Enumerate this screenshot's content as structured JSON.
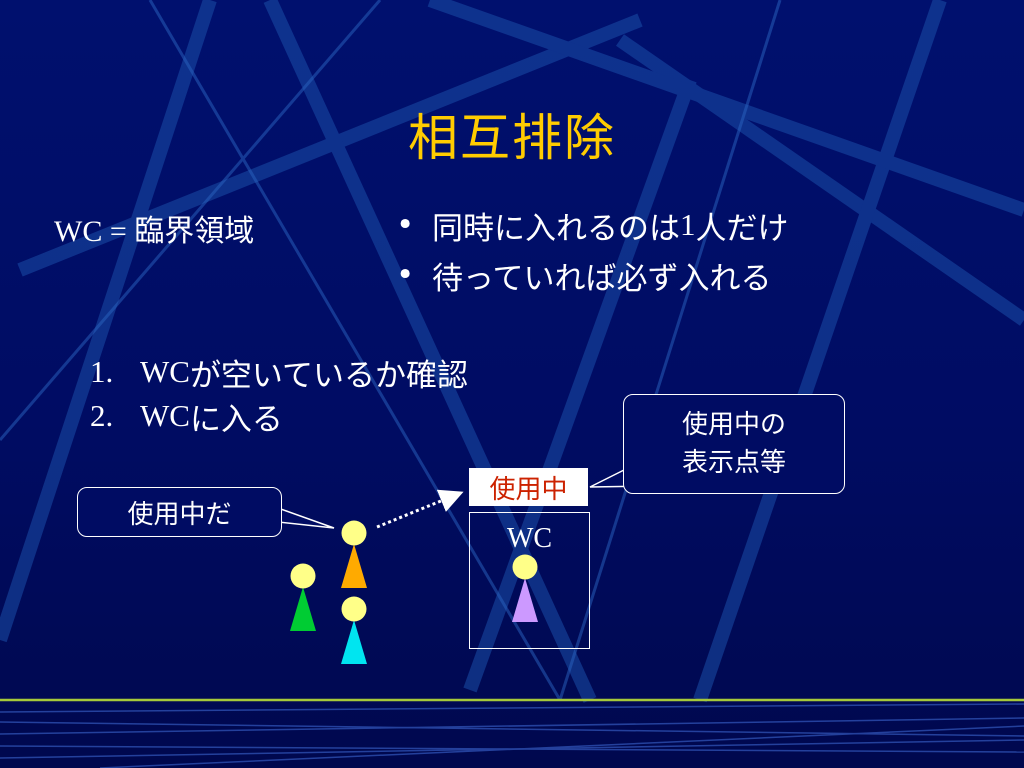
{
  "title": "相互排除",
  "definition": {
    "wc": "WC",
    "eq": " = ",
    "term": "臨界領域"
  },
  "bullets": [
    {
      "marker": "•",
      "text_a": "同時に入れるのは",
      "text_num": "1",
      "text_b": "人だけ"
    },
    {
      "marker": "•",
      "text_a": "待っていれば必ず入れる",
      "text_num": "",
      "text_b": ""
    }
  ],
  "steps": [
    {
      "num": "1.",
      "wc": "WC",
      "text": "が空いているか確認"
    },
    {
      "num": "2.",
      "wc": "WC",
      "text": "に入る"
    }
  ],
  "callouts": {
    "sign_note_line1": "使用中の",
    "sign_note_line2": "表示点等",
    "person_note": "使用中だ"
  },
  "sign": "使用中",
  "room_label": "WC",
  "people": [
    {
      "role": "inside",
      "color": "#cc99ff"
    },
    {
      "role": "first-in-line",
      "color": "#ffaa00"
    },
    {
      "role": "waiting",
      "color": "#00cc33"
    },
    {
      "role": "waiting",
      "color": "#00e5f0"
    }
  ],
  "colors": {
    "title": "#ffcc00",
    "head": "#ffff88",
    "sign_text": "#cc2200",
    "background": "#00106e"
  }
}
